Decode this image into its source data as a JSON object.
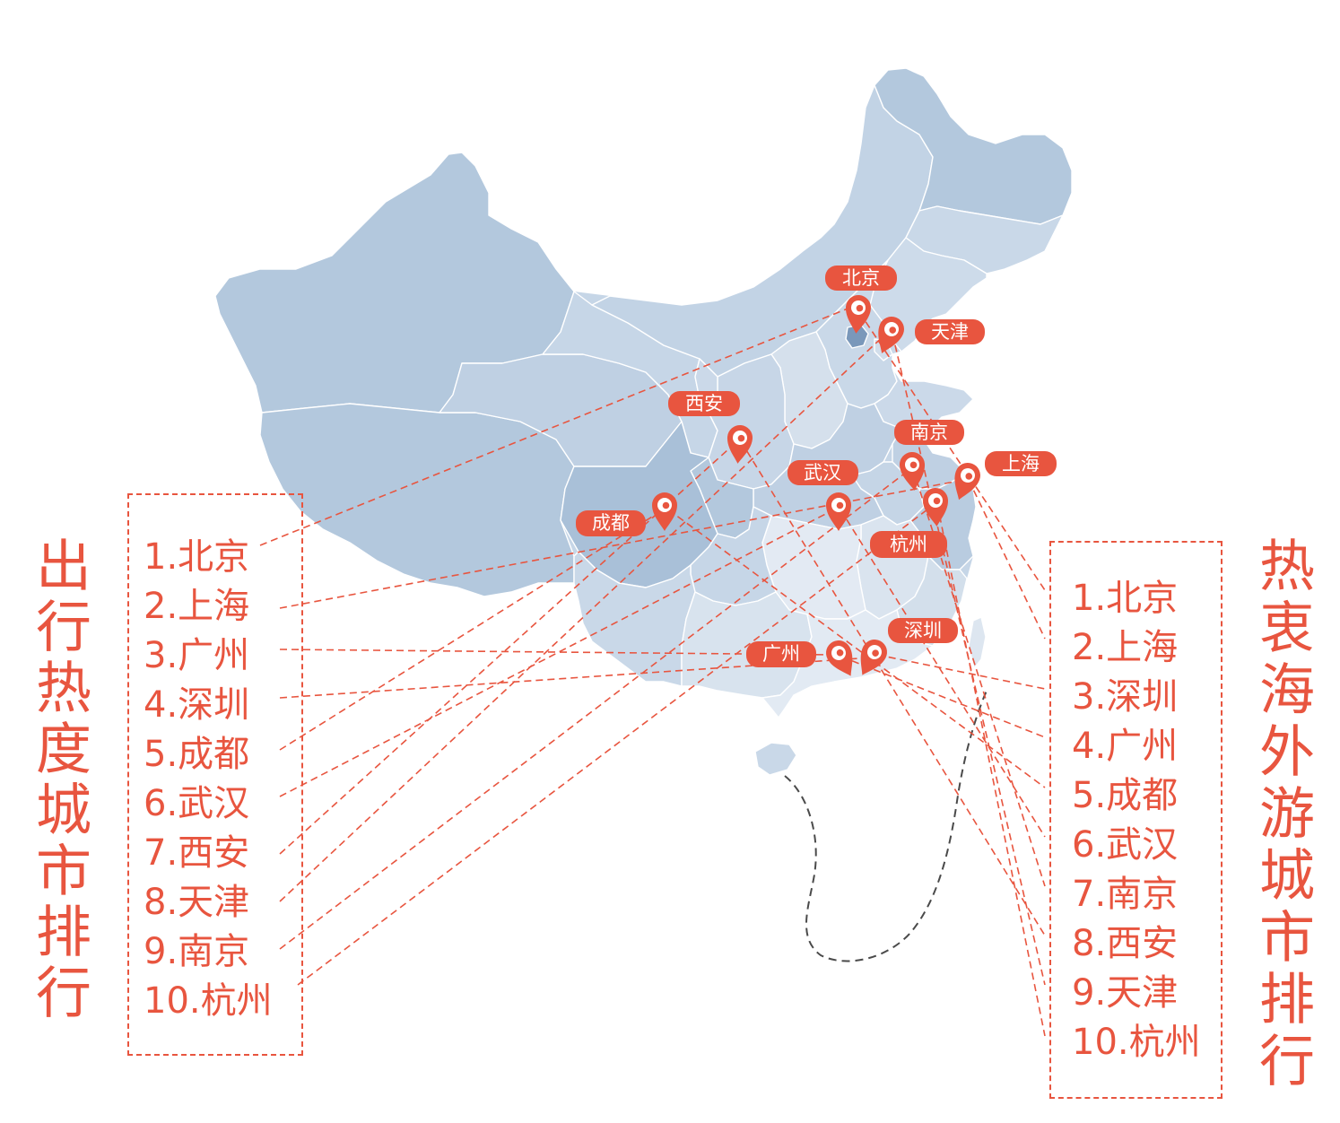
{
  "colors": {
    "accent": "#e8553f",
    "sea_line": "#4a4a4a"
  },
  "map": {
    "marker_icon": "map-pin-icon",
    "cities": {
      "beijing": "北京",
      "tianjin": "天津",
      "xian": "西安",
      "nanjing": "南京",
      "shanghai": "上海",
      "wuhan": "武汉",
      "chengdu": "成都",
      "hangzhou": "杭州",
      "shenzhen": "深圳",
      "guangzhou": "广州"
    }
  },
  "left_ranking": {
    "title": "出行热度城市排行",
    "items": [
      "1.北京",
      "2.上海",
      "3.广州",
      "4.深圳",
      "5.成都",
      "6.武汉",
      "7.西安",
      "8.天津",
      "9.南京",
      "10.杭州"
    ]
  },
  "right_ranking": {
    "title": "热衷海外游城市排行",
    "items": [
      "1.北京",
      "2.上海",
      "3.深圳",
      "4.广州",
      "5.成都",
      "6.武汉",
      "7.南京",
      "8.西安",
      "9.天津",
      "10.杭州"
    ]
  }
}
